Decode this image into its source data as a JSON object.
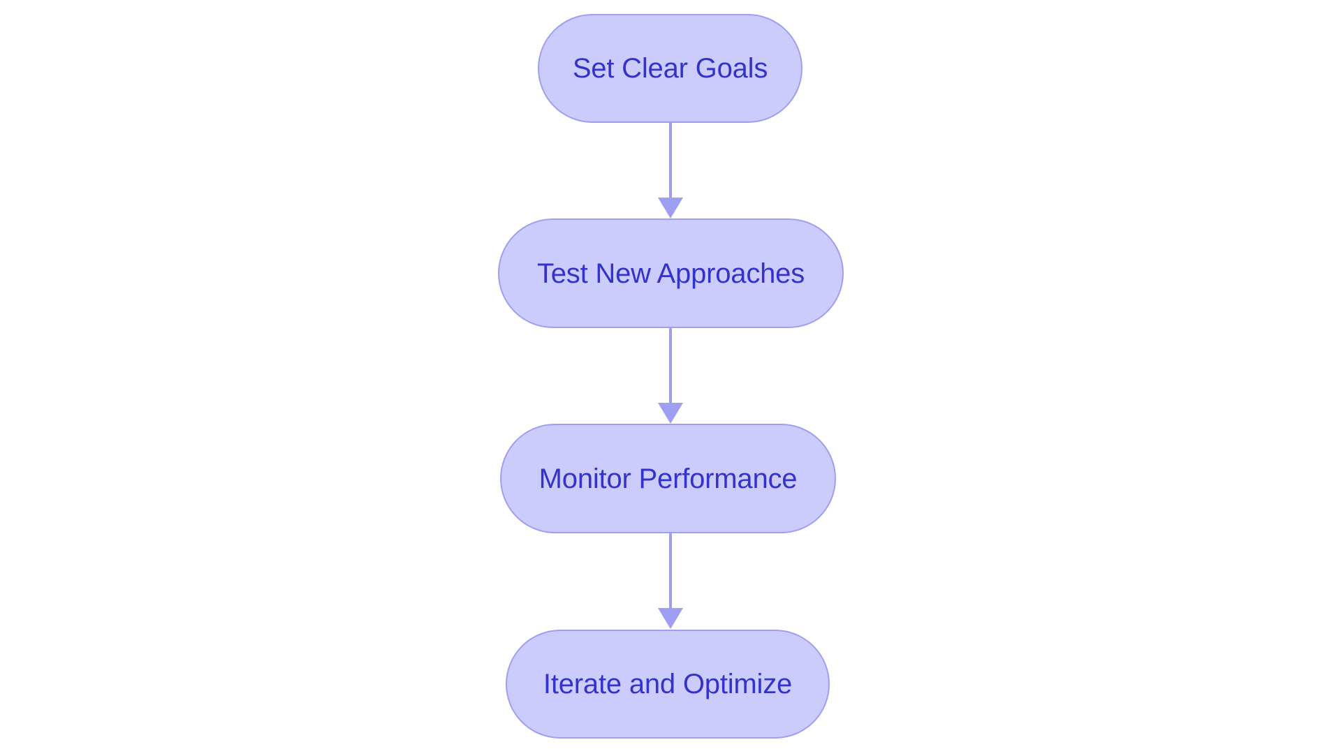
{
  "diagram": {
    "type": "flowchart",
    "orientation": "top-to-bottom",
    "background_color": "#ffffff",
    "node_fill_color": "#ccccfc",
    "node_border_color": "#9e9ef2",
    "node_text_color": "#3333cc",
    "connector_color": "#9e9ef2",
    "node_shape": "stadium",
    "nodes": [
      {
        "id": "node-0",
        "label": "Set Clear Goals"
      },
      {
        "id": "node-1",
        "label": "Test New Approaches"
      },
      {
        "id": "node-2",
        "label": "Monitor Performance"
      },
      {
        "id": "node-3",
        "label": "Iterate and Optimize"
      }
    ],
    "connectors": [
      {
        "id": "connector-0",
        "from": "node-0",
        "to": "node-1",
        "arrow": "down-arrow-icon"
      },
      {
        "id": "connector-1",
        "from": "node-1",
        "to": "node-2",
        "arrow": "down-arrow-icon"
      },
      {
        "id": "connector-2",
        "from": "node-2",
        "to": "node-3",
        "arrow": "down-arrow-icon"
      }
    ]
  }
}
